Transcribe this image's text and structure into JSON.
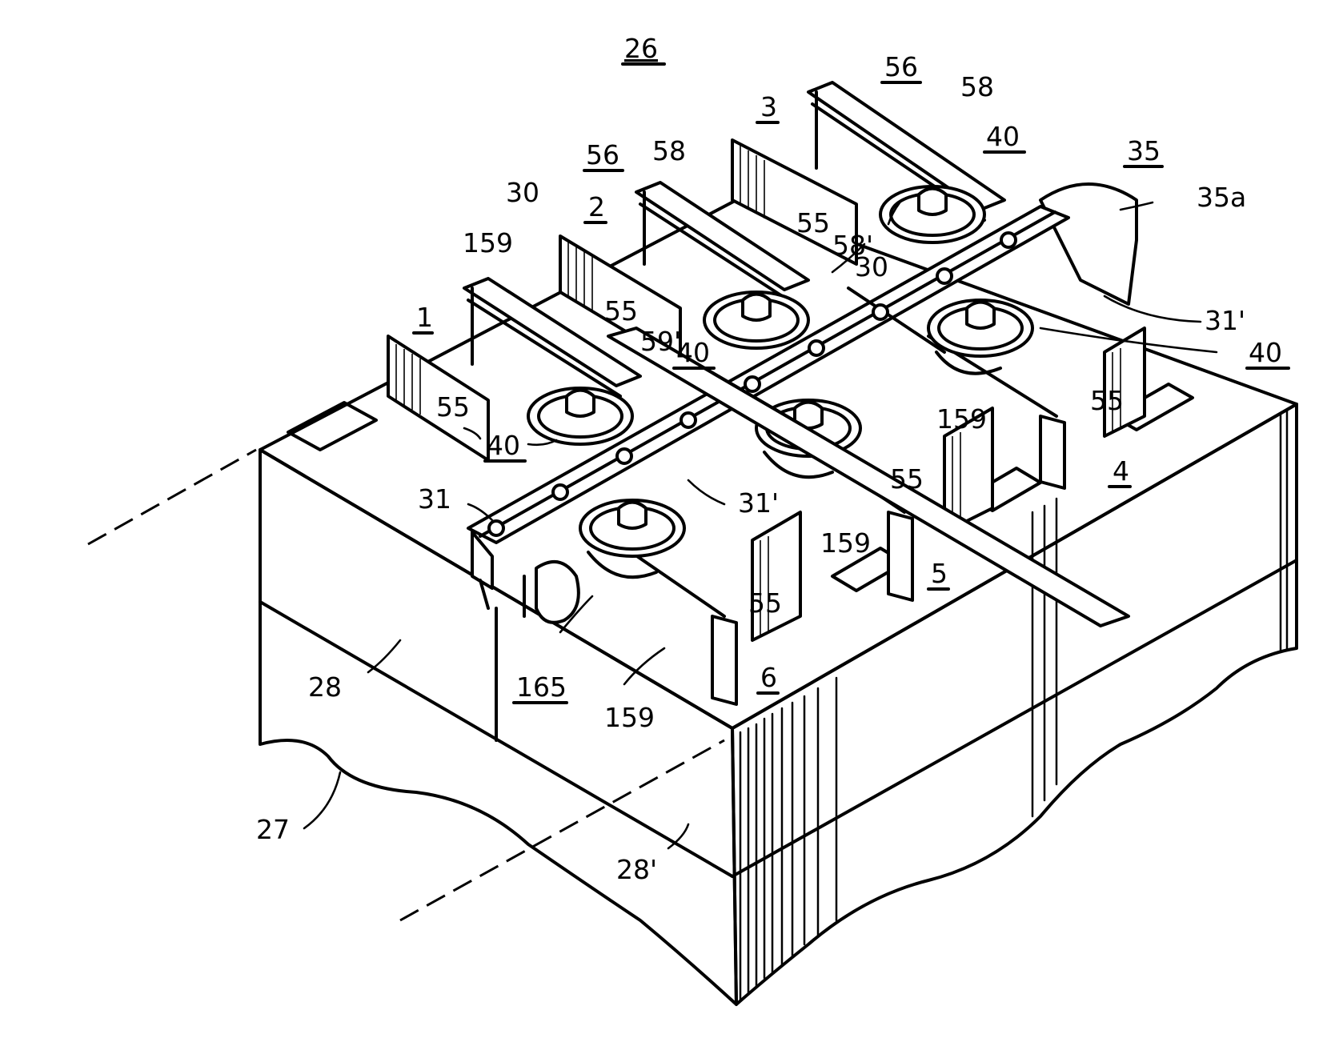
{
  "labels": {
    "l26": "26",
    "l3": "3",
    "l56a": "56",
    "l58a": "58",
    "l40a": "40",
    "l35": "35",
    "l35a": "35a",
    "l56b": "56",
    "l58b": "58",
    "l30a": "30",
    "l2": "2",
    "l159a": "159",
    "l55a": "55",
    "l58c": "58'",
    "l30b": "30",
    "l55b": "55",
    "l59": "59'",
    "l40b": "40",
    "l31a": "31'",
    "l40c": "40",
    "l1": "1",
    "l55c": "55",
    "l40d": "40",
    "l159b": "159",
    "l55d": "55",
    "l31": "31",
    "l31b": "31'",
    "l55e": "55",
    "l4": "4",
    "l159c": "159",
    "l5": "5",
    "l55f": "55",
    "l28": "28",
    "l165": "165",
    "l6": "6",
    "l159d": "159",
    "l27": "27",
    "l28b": "28'"
  }
}
